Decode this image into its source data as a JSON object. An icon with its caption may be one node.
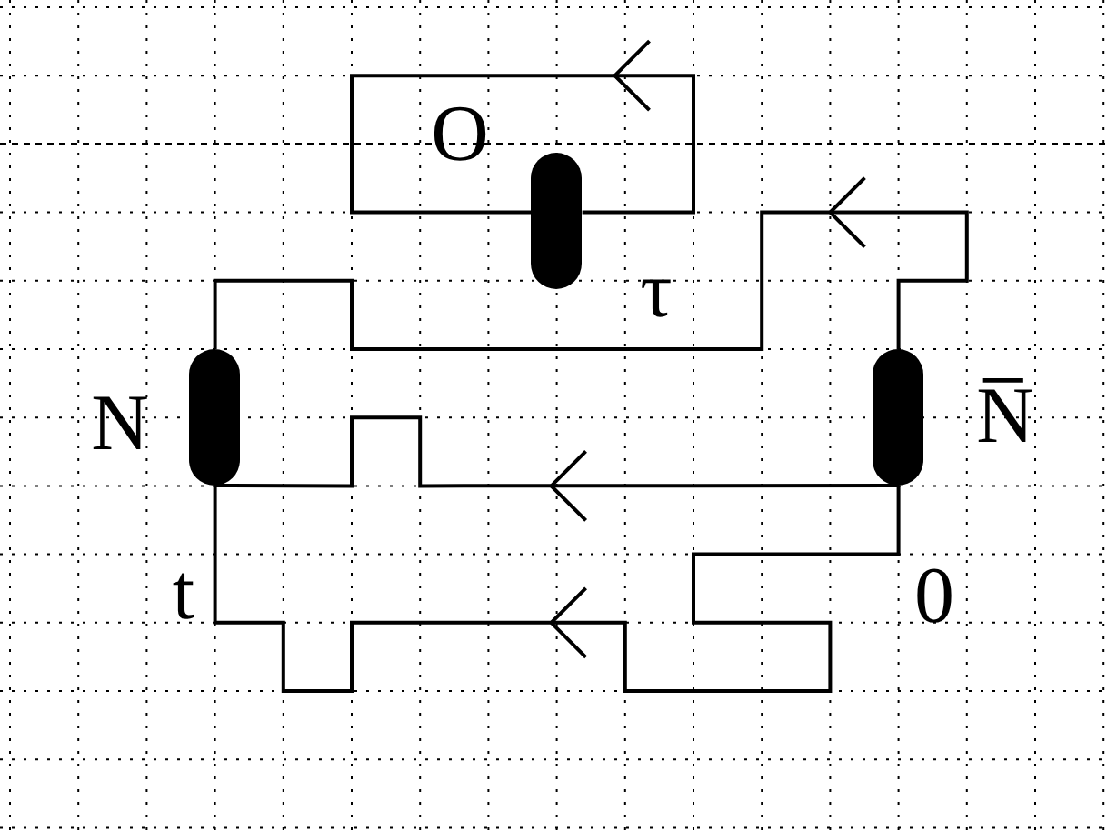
{
  "diagram": {
    "nodes": [
      {
        "text": [],
        "shape": "bar",
        "beside": [
          "τ"
        ]
      },
      {
        "text": [],
        "shape": "bar",
        "beside": [
          "N"
        ]
      },
      {
        "text": [],
        "shape": "bar",
        "beside": [
          "N̅"
        ]
      }
    ],
    "edges": [
      {
        "from": 0,
        "to": 0,
        "arrow": "to"
      },
      {
        "from": 2,
        "to": 1,
        "arrow": "to"
      },
      {
        "from": 2,
        "to": 1,
        "arrow": "to"
      },
      {
        "from": 2,
        "to": 1,
        "arrow": "to"
      }
    ],
    "labels": [
      "O",
      "t",
      "0"
    ]
  }
}
